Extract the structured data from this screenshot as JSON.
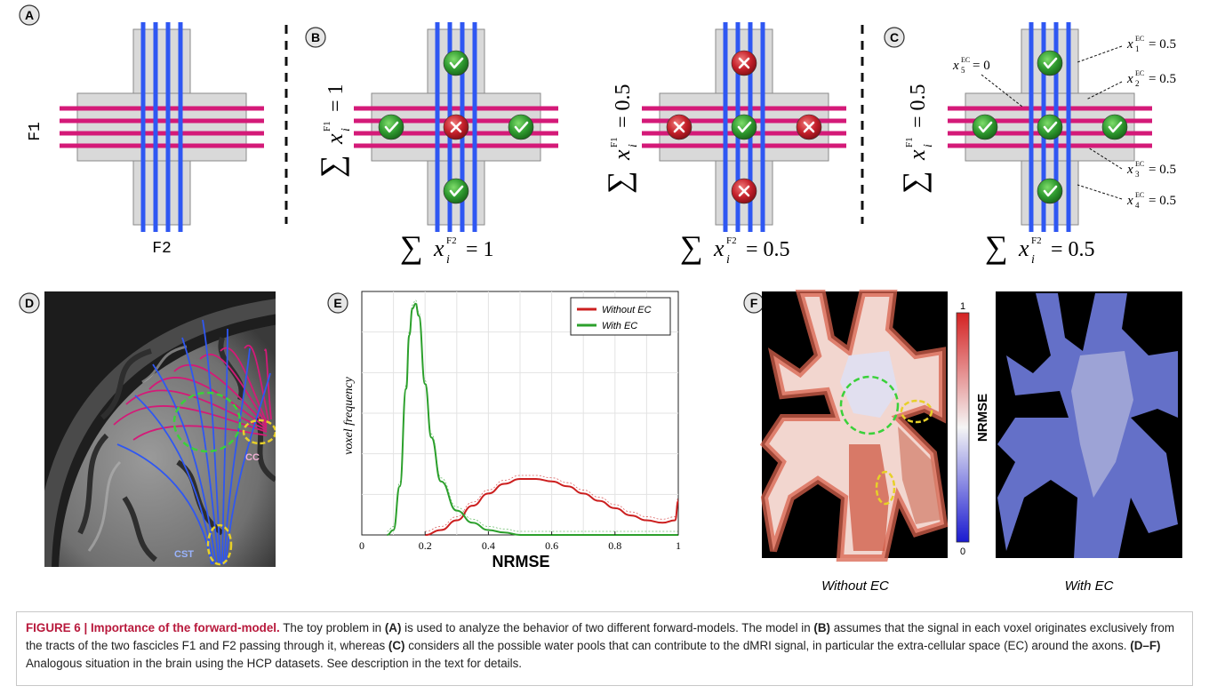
{
  "panels": {
    "A": {
      "label": "A",
      "f1_label": "F1",
      "f2_label": "F2"
    },
    "B": {
      "label": "B",
      "left_formula": {
        "sum": "∑",
        "var": "x",
        "sub": "i",
        "sup": "F1",
        "rhs": "= 1"
      },
      "bottom_formula": {
        "sum": "∑",
        "var": "x",
        "sub": "i",
        "sup": "F2",
        "rhs": "= 1"
      }
    },
    "B2": {
      "left_formula": {
        "sum": "∑",
        "var": "x",
        "sub": "i",
        "sup": "F1",
        "rhs": "= 0.5"
      },
      "bottom_formula": {
        "sum": "∑",
        "var": "x",
        "sub": "i",
        "sup": "F2",
        "rhs": "= 0.5"
      }
    },
    "C": {
      "label": "C",
      "left_formula": {
        "sum": "∑",
        "var": "x",
        "sub": "i",
        "sup": "F1",
        "rhs": "= 0.5"
      },
      "bottom_formula": {
        "sum": "∑",
        "var": "x",
        "sub": "i",
        "sup": "F2",
        "rhs": "= 0.5"
      },
      "annotations": [
        {
          "sub": "1",
          "sup": "EC",
          "rhs": "= 0.5"
        },
        {
          "sub": "2",
          "sup": "EC",
          "rhs": "= 0.5"
        },
        {
          "sub": "3",
          "sup": "EC",
          "rhs": "= 0.5"
        },
        {
          "sub": "4",
          "sup": "EC",
          "rhs": "= 0.5"
        },
        {
          "sub": "5",
          "sup": "EC",
          "rhs": "= 0"
        }
      ]
    },
    "D": {
      "label": "D",
      "cc_label": "CC",
      "cst_label": "CST"
    },
    "E": {
      "label": "E"
    },
    "F": {
      "label": "F",
      "left_caption": "Without EC",
      "right_caption": "With EC",
      "colorbar_label": "NRMSE",
      "colorbar_max": "1",
      "colorbar_min": "0"
    }
  },
  "check_states": {
    "B": [
      "check",
      "check",
      "cross",
      "check",
      "check"
    ],
    "B2": [
      "cross",
      "cross",
      "check",
      "cross",
      "cross"
    ],
    "C": [
      "check",
      "check",
      "check",
      "check",
      "check"
    ]
  },
  "colors": {
    "f1": "#d41a78",
    "f2": "#2f57f2",
    "check": "#2f9a2f",
    "cross": "#c4202a",
    "without_ec": "#cc1f1f",
    "with_ec": "#2ca02c"
  },
  "chart_data": {
    "type": "line",
    "xlabel": "NRMSE",
    "ylabel": "voxel frequency",
    "xlim": [
      0,
      1
    ],
    "xticks": [
      "0",
      "0.2",
      "0.4",
      "0.6",
      "0.8",
      "1"
    ],
    "legend_placement": "top-right",
    "grid": true,
    "series": [
      {
        "name": "Without EC",
        "x": [
          0.2,
          0.25,
          0.3,
          0.35,
          0.4,
          0.45,
          0.5,
          0.55,
          0.6,
          0.65,
          0.7,
          0.75,
          0.8,
          0.85,
          0.9,
          0.95,
          0.99,
          1.0
        ],
        "y": [
          0.0,
          0.02,
          0.06,
          0.12,
          0.17,
          0.21,
          0.23,
          0.23,
          0.22,
          0.2,
          0.17,
          0.14,
          0.11,
          0.08,
          0.06,
          0.05,
          0.06,
          0.14
        ]
      },
      {
        "name": "With EC",
        "x": [
          0.08,
          0.1,
          0.12,
          0.14,
          0.15,
          0.16,
          0.17,
          0.18,
          0.2,
          0.22,
          0.25,
          0.3,
          0.35,
          0.4,
          0.45,
          0.5,
          0.6,
          1.0
        ],
        "y": [
          0.0,
          0.02,
          0.2,
          0.6,
          0.82,
          0.93,
          0.95,
          0.9,
          0.62,
          0.4,
          0.22,
          0.1,
          0.05,
          0.02,
          0.01,
          0.0,
          0.0,
          0.0
        ]
      }
    ]
  },
  "caption": {
    "title": "FIGURE 6 | Importance of the forward-model.",
    "s1a": "The toy problem in ",
    "s1b": "(A)",
    "s1c": " is used to analyze the behavior of two different forward-models. The model in ",
    "s1d": "(B)",
    "s1e": " assumes that the signal in each voxel originates exclusively from the tracts of the two fascicles F1 and F2 passing through it, whereas ",
    "s1f": "(C)",
    "s1g": " considers all the possible water pools that can contribute to the dMRI signal, in particular the extra-cellular space (EC) around the axons. ",
    "s1h": "(D–F)",
    "s1i": " Analogous situation in the brain using the HCP datasets. See description in the text for details."
  }
}
